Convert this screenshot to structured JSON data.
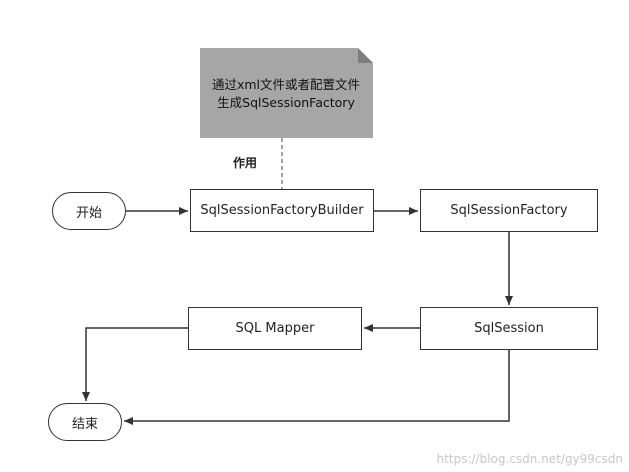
{
  "nodes": {
    "start": "开始",
    "builder": "SqlSessionFactoryBuilder",
    "factory": "SqlSessionFactory",
    "session": "SqlSession",
    "mapper": "SQL Mapper",
    "end": "结束"
  },
  "note": {
    "line1": "通过xml文件或者配置文件",
    "line2": "生成SqlSessionFactory",
    "color": "#a6a6a6"
  },
  "edge_label": "作用",
  "watermark": "https://blog.csdn.net/gy99csdn"
}
